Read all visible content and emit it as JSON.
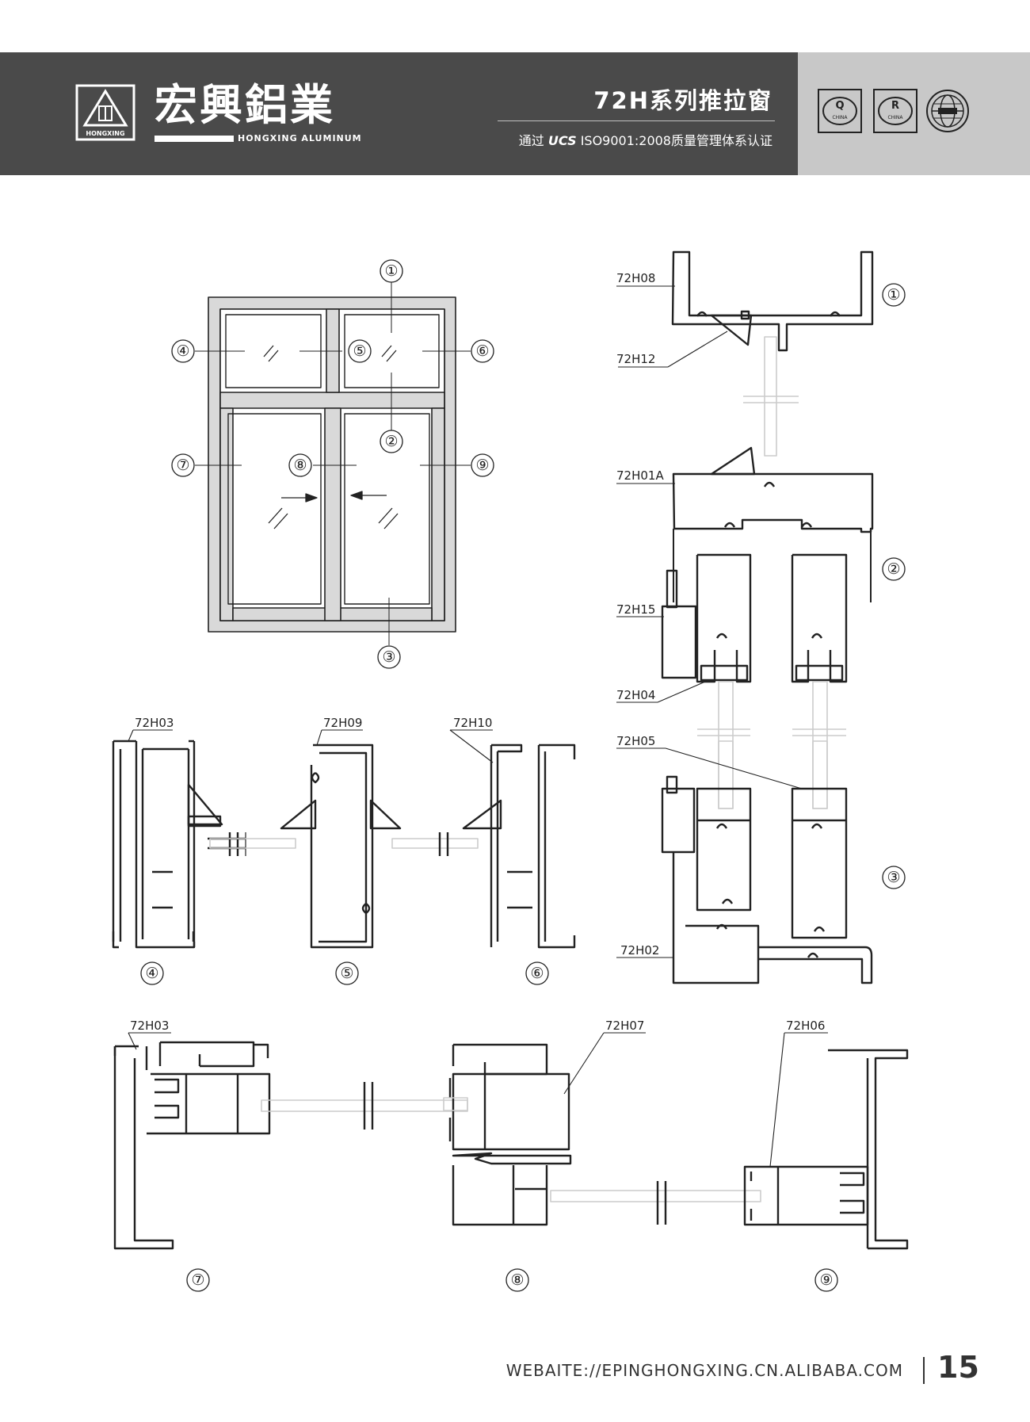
{
  "header": {
    "brand_cn": "宏興鋁業",
    "brand_en": "HONGXING ALUMINUM",
    "logo_text": "HONGXING",
    "product_title": "72H系列推拉窗",
    "cert_prefix": "通过",
    "cert_brand": "UCS",
    "cert_suffix": "ISO9001:2008质量管理体系认证",
    "cert_icons": [
      "quality-cert-icon",
      "registration-cert-icon",
      "globe-cert-icon"
    ],
    "cert_icon_text": [
      "Q",
      "R",
      "CHINA"
    ]
  },
  "markers": [
    "①",
    "②",
    "③",
    "④",
    "⑤",
    "⑥",
    "⑦",
    "⑧",
    "⑨"
  ],
  "profiles": {
    "h08": "72H08",
    "h12": "72H12",
    "h01a": "72H01A",
    "h15": "72H15",
    "h04": "72H04",
    "h05": "72H05",
    "h02": "72H02",
    "h03": "72H03",
    "h09": "72H09",
    "h10": "72H10",
    "h07": "72H07",
    "h06": "72H06"
  },
  "footer": {
    "url": "WEBAITE://EPINGHONGXING.CN.ALIBABA.COM",
    "page_number": "15"
  },
  "colors": {
    "header_dark": "#4a4a4a",
    "header_light": "#c8c8c8",
    "frame_fill": "#d9d9d9",
    "line": "#222222"
  }
}
